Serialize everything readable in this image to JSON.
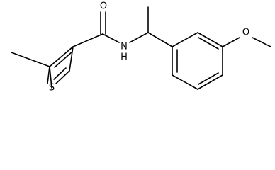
{
  "molecule": {
    "atoms": {
      "carbonyl_oxygen": "O",
      "amide_nitrogen": "N",
      "amide_hydrogen": "H",
      "thiophene_sulfur": "S",
      "methoxy_oxygen": "O"
    }
  },
  "colors": {
    "bond": "#000000",
    "label": "#000000",
    "background": "#ffffff"
  }
}
